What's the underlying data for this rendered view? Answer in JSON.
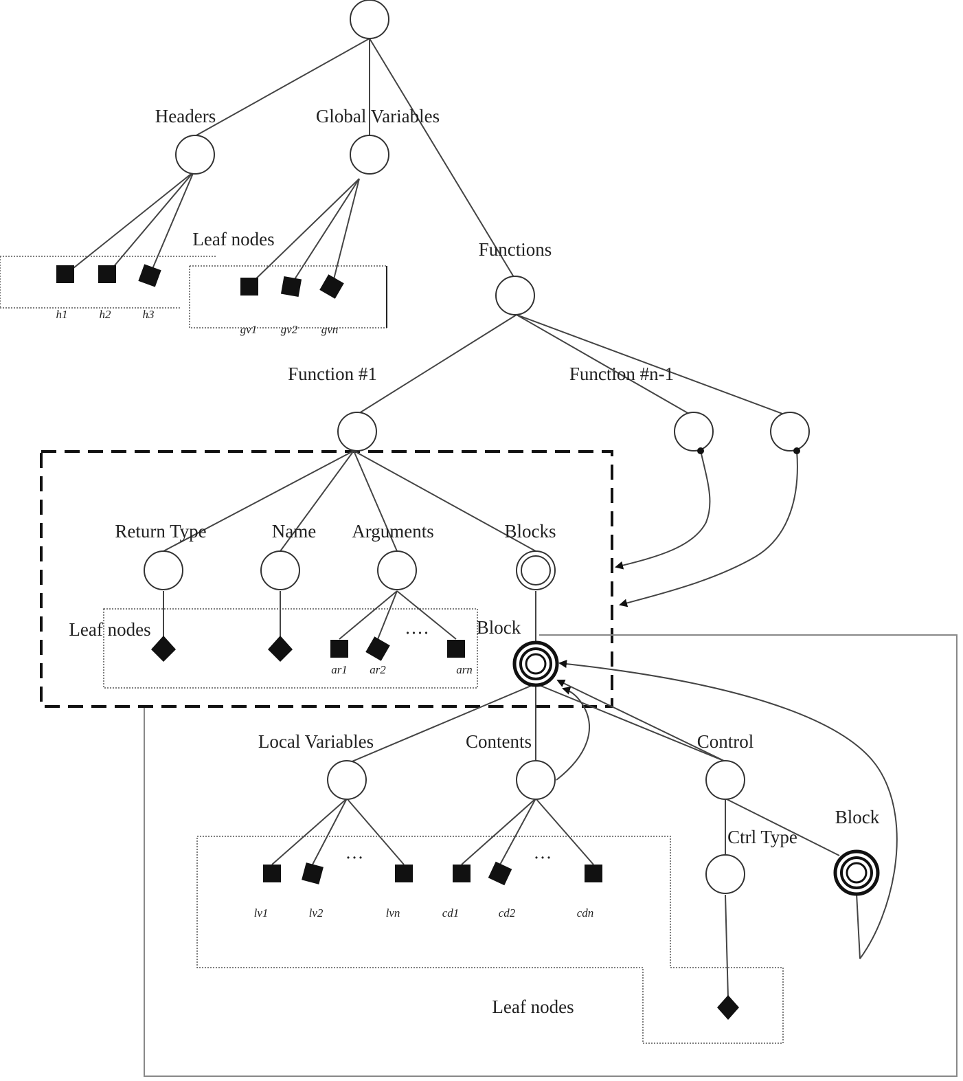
{
  "labels": {
    "headers": "Headers",
    "global_variables": "Global Variables",
    "functions": "Functions",
    "function_1": "Function #1",
    "function_n1": "Function #n-1",
    "return_type": "Return Type",
    "name": "Name",
    "arguments": "Arguments",
    "blocks": "Blocks",
    "block_main": "Block",
    "local_variables": "Local Variables",
    "contents": "Contents",
    "control": "Control",
    "ctrl_type": "Ctrl Type",
    "block_inner": "Block",
    "leaf_nodes_top": "Leaf nodes",
    "leaf_nodes_mid": "Leaf nodes",
    "leaf_nodes_bottom": "Leaf nodes",
    "ellipsis_args": "····",
    "ellipsis_locals": "···",
    "ellipsis_contents": "···"
  },
  "subscripts": {
    "h1": "h1",
    "h2": "h2",
    "h3": "h3",
    "gv1": "gv1",
    "gv2": "gv2",
    "gv3": "gvn",
    "ar1": "ar1",
    "ar2": "ar2",
    "arn": "arn",
    "lv1": "lv1",
    "lv2": "lv2",
    "lvn": "lvn",
    "cd1": "cd1",
    "cd2": "cd2",
    "cdn": "cdn"
  },
  "colors": {
    "line": "#444444",
    "fill": "#111111",
    "background": "#ffffff"
  }
}
